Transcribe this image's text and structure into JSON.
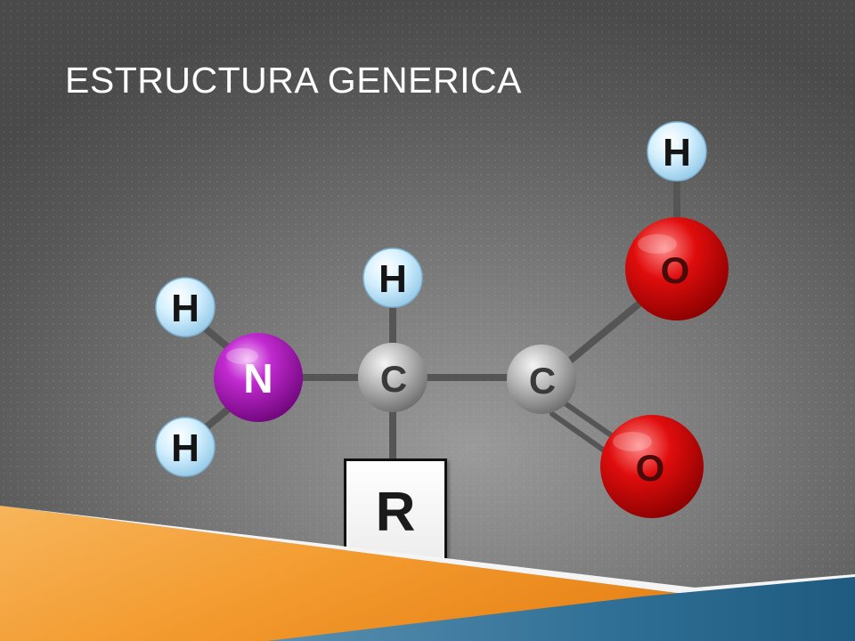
{
  "slide": {
    "title": "ESTRUCTURA GENERICA"
  },
  "molecule": {
    "atoms": {
      "h_top_right": "H",
      "o_hydroxyl": "O",
      "h_alpha": "H",
      "h_amino_top": "H",
      "n_amino": "N",
      "c_alpha": "C",
      "c_carboxyl": "C",
      "h_amino_bottom": "H",
      "o_carbonyl": "O"
    },
    "r_group": "R"
  },
  "colors": {
    "hydrogen": "#bfe6fa",
    "nitrogen": "#a010b0",
    "carbon": "#bdbdbd",
    "oxygen": "#e01010",
    "accent_orange": "#f39a2e",
    "accent_blue": "#2f6f95"
  }
}
